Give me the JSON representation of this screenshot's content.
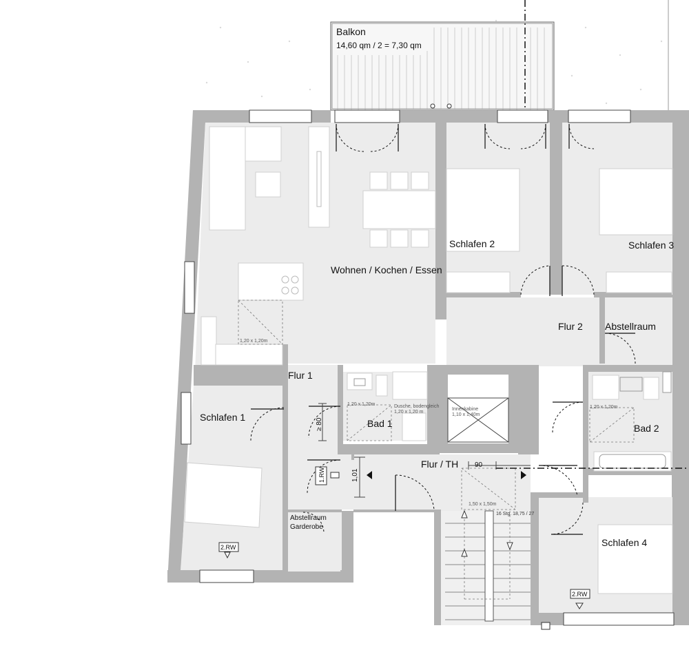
{
  "rooms": {
    "balkon": "Balkon",
    "balkon_area": "14,60 qm / 2 = 7,30 qm",
    "wohnen": "Wohnen / Kochen / Essen",
    "schlafen1": "Schlafen 1",
    "schlafen2": "Schlafen 2",
    "schlafen3": "Schlafen 3",
    "schlafen4": "Schlafen 4",
    "flur1": "Flur 1",
    "flur2": "Flur 2",
    "flur_th": "Flur / TH",
    "bad1": "Bad 1",
    "bad2": "Bad 2",
    "abstellraum": "Abstellraum",
    "abstellraum_garderobe_1": "Abstellraum",
    "abstellraum_garderobe_2": "Garderobe"
  },
  "labels": {
    "kitchen_turn": "1,20 x 1,20m",
    "bad1_turn": "1,20 x 1,20m",
    "bad2_turn": "1,20 x 1,20m",
    "dusche_1": "Dusche, bodengleich",
    "dusche_2": "1,20 x 1,20 m",
    "lift_1": "Innenkabine",
    "lift_2": "1,10 x 1,40m",
    "landing": "1,50 x 1,50m",
    "stairs": "16 Stg. 18,75 / 27",
    "rw1": "1.RW",
    "rw2a": "2.RW",
    "rw2b": "2.RW"
  },
  "dimensions": {
    "door_width": "≥ 80",
    "flur_depth": "1,01",
    "landing_width": "90"
  },
  "colors": {
    "wall": "#b3b3b3",
    "floor": "#ececec",
    "furniture": "#ffffff"
  }
}
